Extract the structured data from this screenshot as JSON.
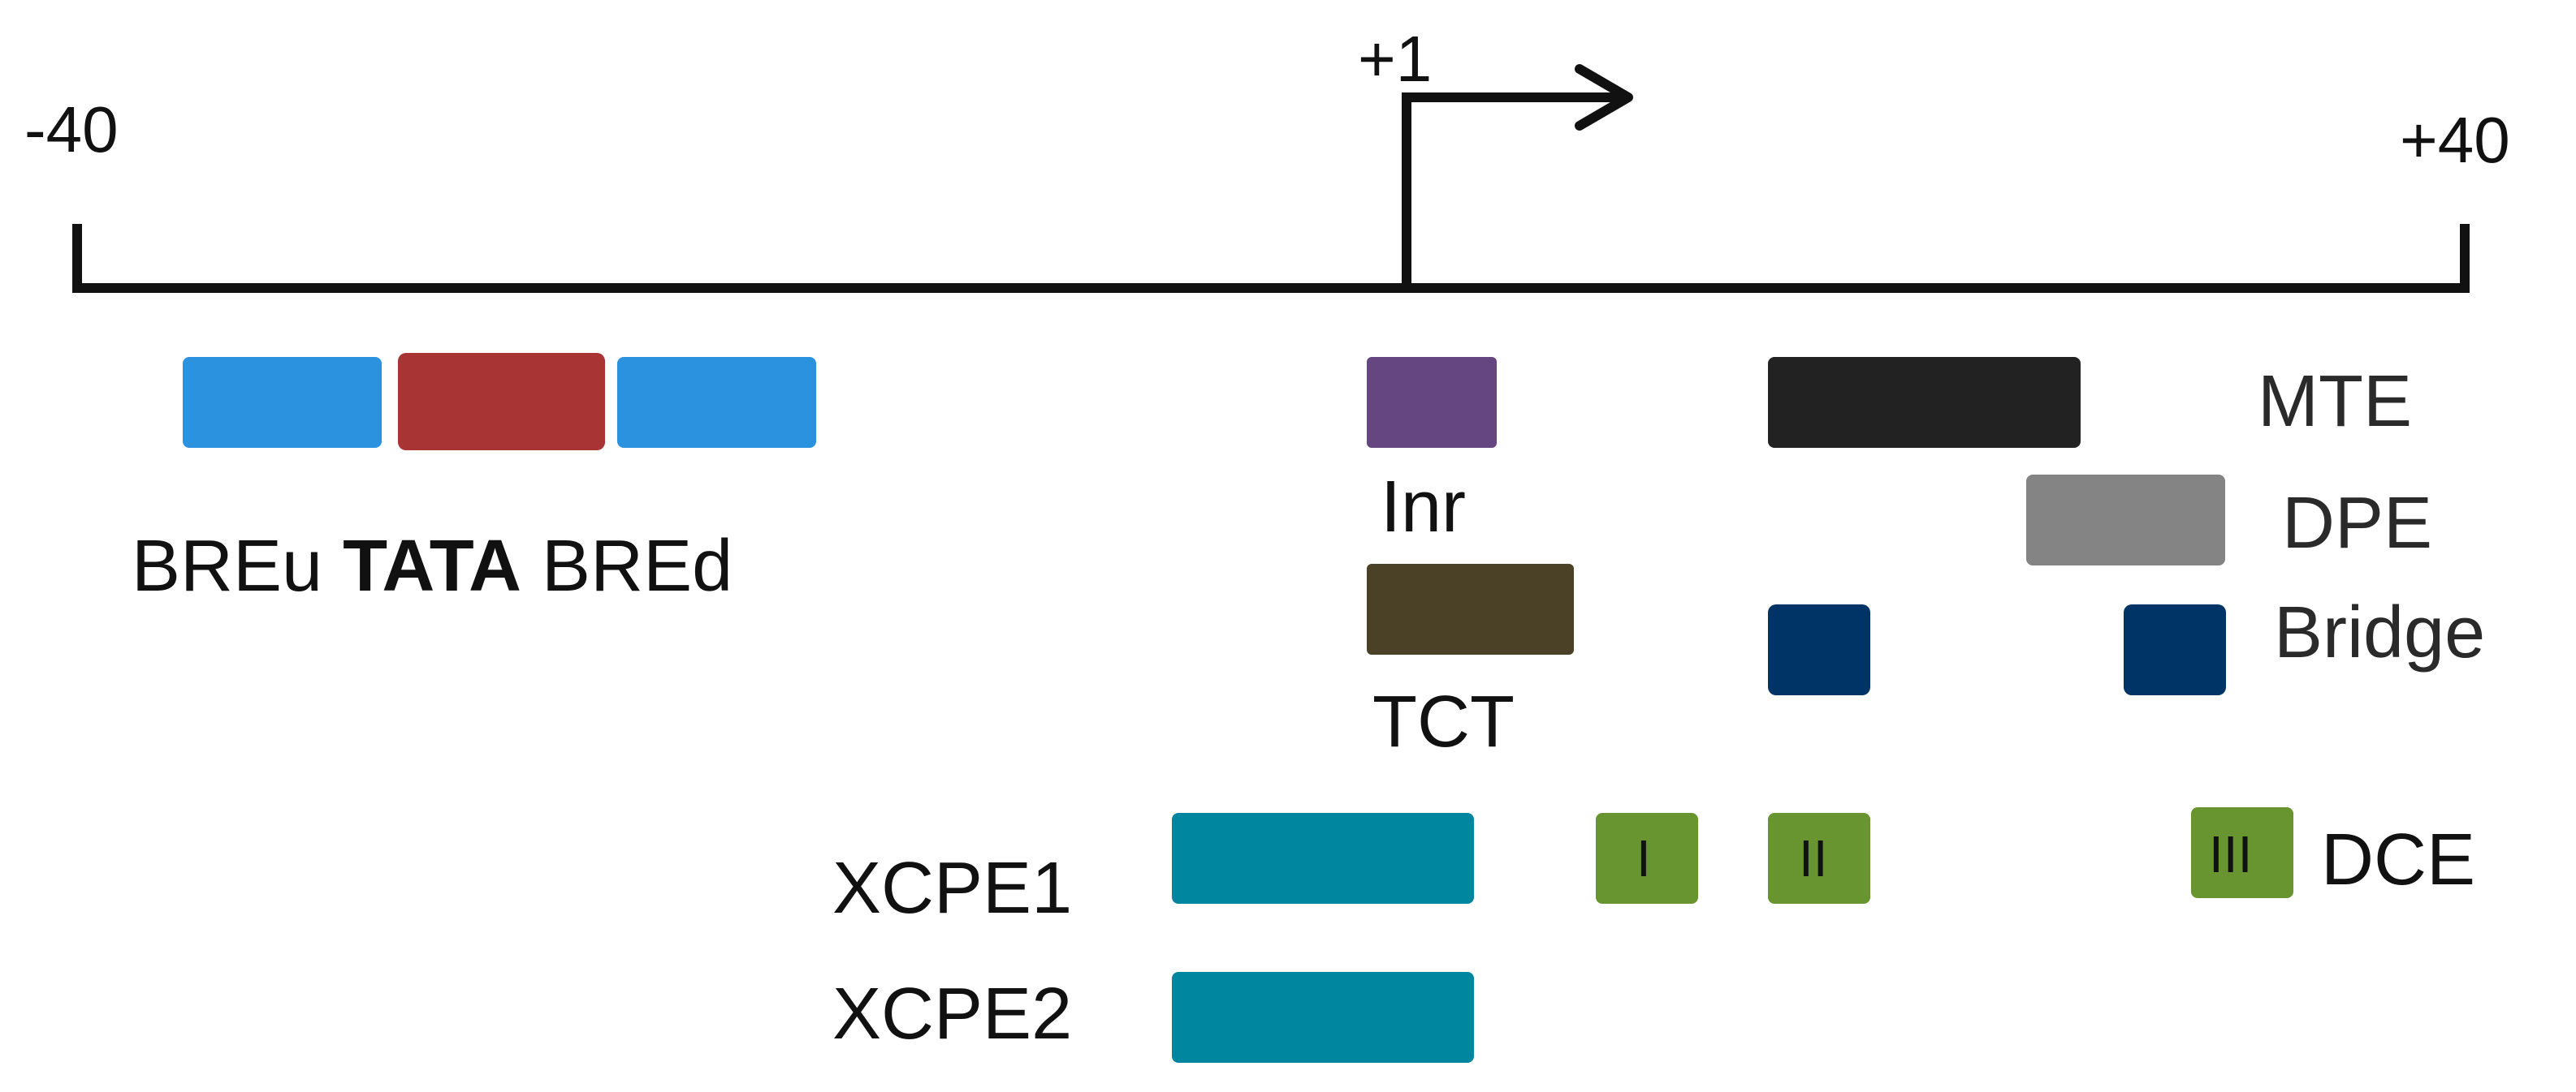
{
  "axis": {
    "start_label": "-40",
    "end_label": "+40",
    "tss_label": "+1"
  },
  "elements": {
    "breu": "BREu",
    "tata": "TATA",
    "bred": "BREd",
    "inr": "Inr",
    "tct": "TCT",
    "mte": "MTE",
    "dpe": "DPE",
    "bridge": "Bridge",
    "xcpe1": "XCPE1",
    "xcpe2": "XCPE2",
    "dce": "DCE",
    "dce_i": "I",
    "dce_ii": "II",
    "dce_iii": "III"
  },
  "colors": {
    "bre": "#2b92e0",
    "tata": "#a83434",
    "inr": "#654680",
    "tct": "#4a4127",
    "mte": "#222222",
    "dpe": "#848484",
    "bridge": "#003366",
    "xcpe": "#00879f",
    "dce": "#699531"
  }
}
